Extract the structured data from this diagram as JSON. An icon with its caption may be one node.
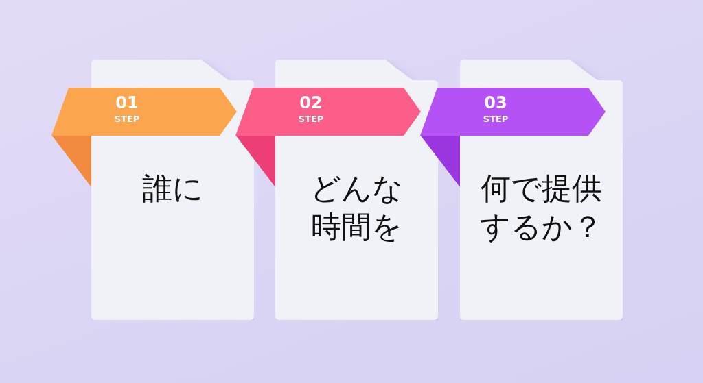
{
  "diagram": {
    "nodes": [
      {
        "text": [
          "01",
          "STEP"
        ]
      },
      {
        "text": [
          "誰に"
        ]
      },
      {
        "text": [
          "02",
          "STEP"
        ]
      },
      {
        "text": [
          "どんな時間を"
        ]
      },
      {
        "text": [
          "03",
          "STEP"
        ]
      },
      {
        "text": [
          "何で提供するか？"
        ]
      }
    ]
  }
}
